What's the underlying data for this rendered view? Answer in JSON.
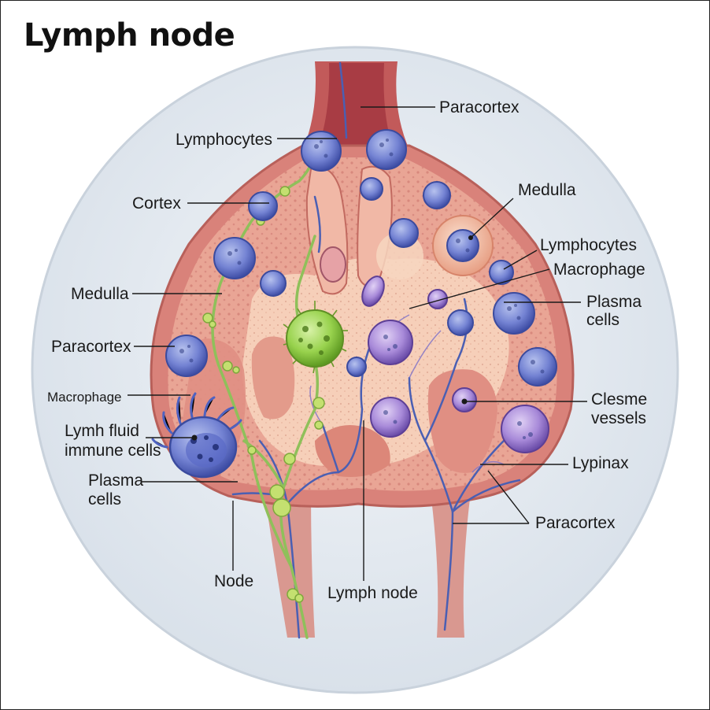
{
  "title": "Lymph node",
  "labels": {
    "paracortex_top": "Paracortex",
    "lymphocytes_left": "Lymphocytes",
    "cortex": "Cortex",
    "medulla_left": "Medulla",
    "paracortex_left": "Paracortex",
    "macrophage_left": "Macrophage",
    "lymh_fluid_line1": "Lymh fluid",
    "lymh_fluid_line2": "immune cells",
    "plasma_left_line1": "Plasma",
    "plasma_left_line2": "cells",
    "node": "Node",
    "lymph_node": "Lymph node",
    "medulla_right": "Medulla",
    "lymphocytes_right": "Lymphocytes",
    "macrophage_right": "Macrophage",
    "plasma_right_line1": "Plasma",
    "plasma_right_line2": "cells",
    "clesme_line1": "Clesme",
    "clesme_line2": "vessels",
    "lypinax": "Lypinax",
    "paracortex_bottom": "Paracortex"
  },
  "colors": {
    "capsule": "#d9827a",
    "tissue": "#efb2a2",
    "medulla": "#f6cfb9",
    "cell_blue": "#5f6fc4",
    "cell_purple": "#9c7bcf",
    "vessel_blue": "#4a5fb3",
    "vessel_green": "#8fc05a",
    "macrophage_green": "#8fd04a"
  }
}
